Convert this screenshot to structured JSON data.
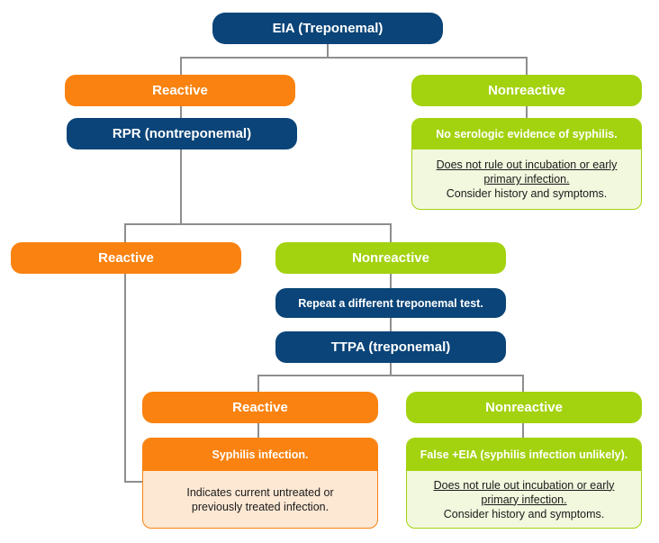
{
  "root": {
    "label": "EIA (Treponemal)"
  },
  "level1": {
    "reactive": "Reactive",
    "nonreactive": "Nonreactive",
    "rpr": "RPR (nontreponemal)",
    "no_evidence_card": {
      "header": "No serologic evidence of syphilis.",
      "line1": "Does not rule out incubation or early",
      "line2": "primary infection.",
      "line3": "Consider history and symptoms."
    }
  },
  "level2": {
    "reactive": "Reactive",
    "nonreactive": "Nonreactive",
    "repeat": "Repeat a different treponemal test.",
    "ttpa": "TTPA (treponemal)"
  },
  "level3": {
    "reactive": "Reactive",
    "nonreactive": "Nonreactive",
    "syphilis_card": {
      "header": "Syphilis infection.",
      "line1": "Indicates current untreated or",
      "line2": "previously treated infection."
    },
    "false_card": {
      "header": "False +EIA (syphilis infection unlikely).",
      "line1": "Does not rule out incubation or early",
      "line2": "primary infection.",
      "line3": "Consider history and symptoms."
    }
  },
  "colors": {
    "navy": "#0a4478",
    "orange": "#f98210",
    "lime": "#a3d20f",
    "line": "#8e8e8e"
  }
}
